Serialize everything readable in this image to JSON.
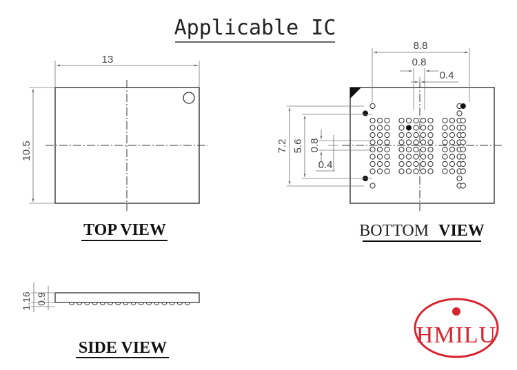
{
  "title": "Applicable IC",
  "top_view": {
    "caption": "TOP VIEW",
    "width_label": "13",
    "height_label": "10.5"
  },
  "bottom_view": {
    "caption_regular": "BOTTOM",
    "caption_bold": "VIEW",
    "dim_width": "8.8",
    "dim_pitch": "0.8",
    "dim_half_pitch": "0.4",
    "dim_height_outer": "7.2",
    "dim_height_inner": "5.6",
    "dim_pitch_v": "0.8",
    "dim_half_pitch_v": "0.4",
    "ball_grid": {
      "rows": [
        "..OO......................OO",
        "O.........................O.",
        "..OOOOO..OOOOOOOOOOO..OOO.OO",
        "..OOOOO..OOOOOOOOOOO..OOO.OO",
        "..OOOOO..OOOOOOOOOOO..OOO.OO",
        "..OOOOO..OOOOOOOOOOO..OOO.OO",
        "..OOOOO..OOOOOOOOOOO..OOO.OO",
        "..OOOOO..OOOOOOOOOOO..OOO.OO",
        "..OOOOO..OOOOOOOOOOO..OOO.OO",
        "..OOOOO..OOOOOOOOOOO..OOO.OO",
        "O.........................O.",
        "..OO......................OO"
      ]
    }
  },
  "side_view": {
    "caption": "SIDE VIEW",
    "dim_total": "1.16",
    "dim_body": "0.9"
  },
  "logo": {
    "text": "HMILU",
    "color": "#d9232e"
  },
  "colors": {
    "line": "#333333",
    "dim": "#777777"
  }
}
